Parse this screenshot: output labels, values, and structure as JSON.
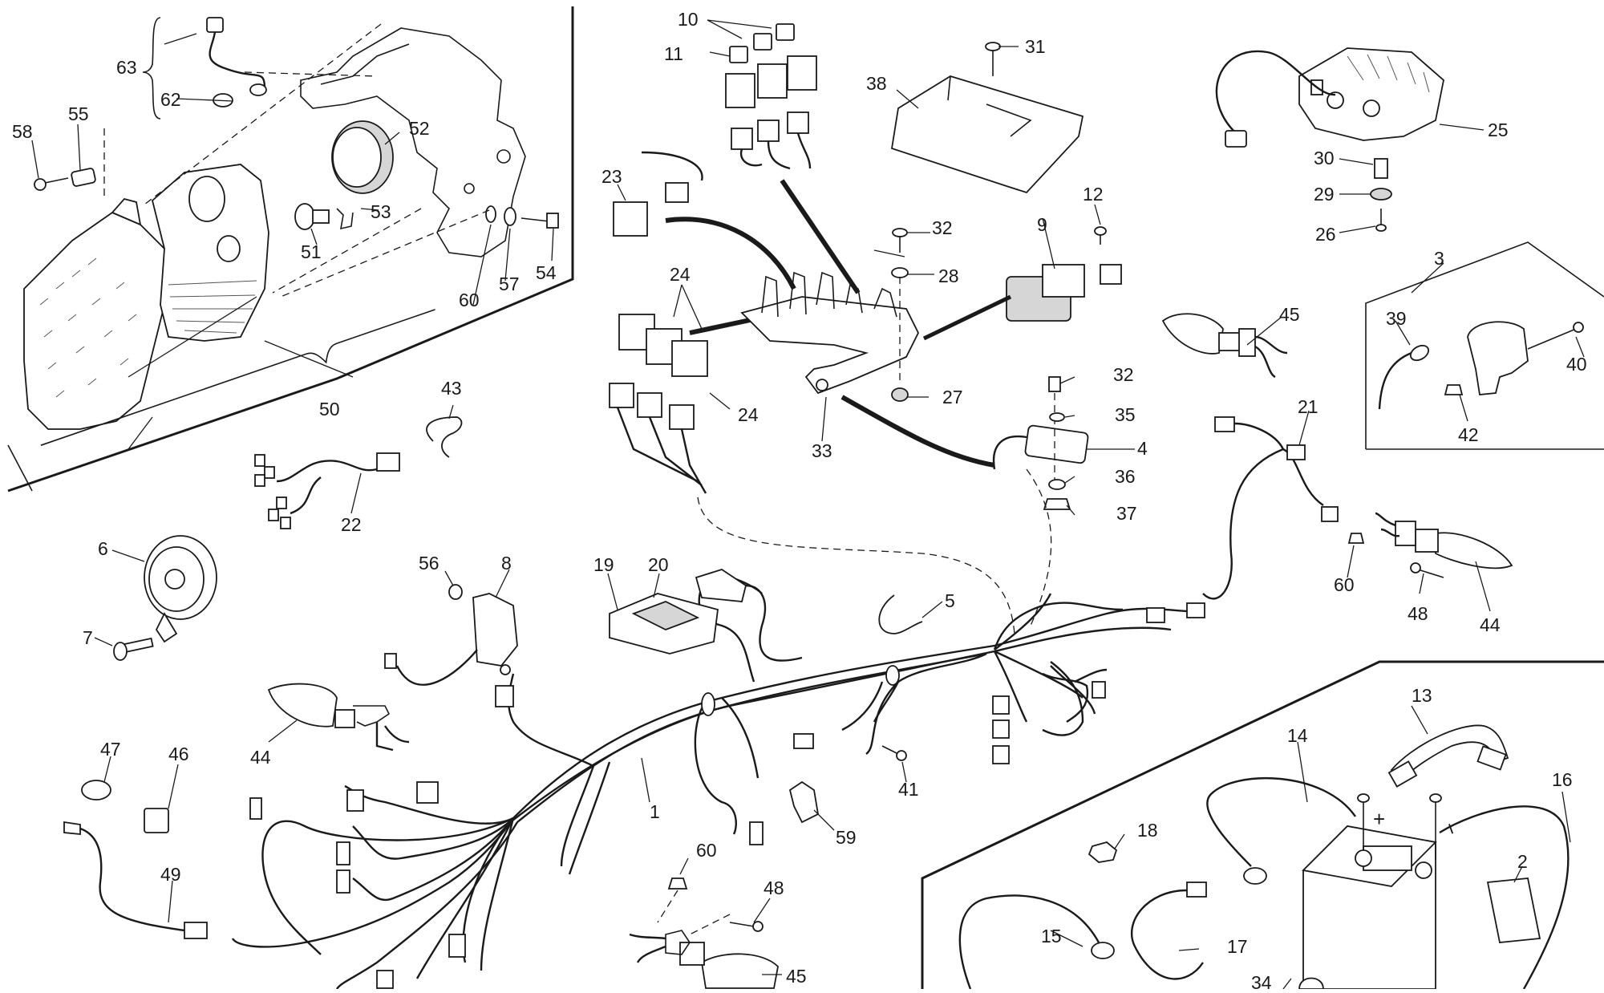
{
  "diagram": {
    "part_labels": [
      {
        "id": "n1",
        "text": "1"
      },
      {
        "id": "n2",
        "text": "2"
      },
      {
        "id": "n3",
        "text": "3"
      },
      {
        "id": "n4",
        "text": "4"
      },
      {
        "id": "n5",
        "text": "5"
      },
      {
        "id": "n6",
        "text": "6"
      },
      {
        "id": "n7",
        "text": "7"
      },
      {
        "id": "n8",
        "text": "8"
      },
      {
        "id": "n9",
        "text": "9"
      },
      {
        "id": "n10",
        "text": "10"
      },
      {
        "id": "n11",
        "text": "11"
      },
      {
        "id": "n12",
        "text": "12"
      },
      {
        "id": "n13",
        "text": "13"
      },
      {
        "id": "n14",
        "text": "14"
      },
      {
        "id": "n15",
        "text": "15"
      },
      {
        "id": "n16",
        "text": "16"
      },
      {
        "id": "n17",
        "text": "17"
      },
      {
        "id": "n18",
        "text": "18"
      },
      {
        "id": "n19",
        "text": "19"
      },
      {
        "id": "n20",
        "text": "20"
      },
      {
        "id": "n21",
        "text": "21"
      },
      {
        "id": "n22",
        "text": "22"
      },
      {
        "id": "n23",
        "text": "23"
      },
      {
        "id": "n24a",
        "text": "24"
      },
      {
        "id": "n24b",
        "text": "24"
      },
      {
        "id": "n25",
        "text": "25"
      },
      {
        "id": "n26",
        "text": "26"
      },
      {
        "id": "n27",
        "text": "27"
      },
      {
        "id": "n28",
        "text": "28"
      },
      {
        "id": "n29",
        "text": "29"
      },
      {
        "id": "n30",
        "text": "30"
      },
      {
        "id": "n31",
        "text": "31"
      },
      {
        "id": "n32a",
        "text": "32"
      },
      {
        "id": "n32b",
        "text": "32"
      },
      {
        "id": "n33",
        "text": "33"
      },
      {
        "id": "n34",
        "text": "34"
      },
      {
        "id": "n35",
        "text": "35"
      },
      {
        "id": "n36",
        "text": "36"
      },
      {
        "id": "n37",
        "text": "37"
      },
      {
        "id": "n38",
        "text": "38"
      },
      {
        "id": "n39",
        "text": "39"
      },
      {
        "id": "n40",
        "text": "40"
      },
      {
        "id": "n41",
        "text": "41"
      },
      {
        "id": "n42",
        "text": "42"
      },
      {
        "id": "n43",
        "text": "43"
      },
      {
        "id": "n44a",
        "text": "44"
      },
      {
        "id": "n44b",
        "text": "44"
      },
      {
        "id": "n45a",
        "text": "45"
      },
      {
        "id": "n45b",
        "text": "45"
      },
      {
        "id": "n46",
        "text": "46"
      },
      {
        "id": "n47",
        "text": "47"
      },
      {
        "id": "n48a",
        "text": "48"
      },
      {
        "id": "n48b",
        "text": "48"
      },
      {
        "id": "n49",
        "text": "49"
      },
      {
        "id": "n50",
        "text": "50"
      },
      {
        "id": "n51",
        "text": "51"
      },
      {
        "id": "n52",
        "text": "52"
      },
      {
        "id": "n53",
        "text": "53"
      },
      {
        "id": "n54",
        "text": "54"
      },
      {
        "id": "n55",
        "text": "55"
      },
      {
        "id": "n56",
        "text": "56"
      },
      {
        "id": "n57",
        "text": "57"
      },
      {
        "id": "n58",
        "text": "58"
      },
      {
        "id": "n59",
        "text": "59"
      },
      {
        "id": "n60a",
        "text": "60"
      },
      {
        "id": "n60b",
        "text": "60"
      },
      {
        "id": "n60c",
        "text": "60"
      },
      {
        "id": "n62",
        "text": "62"
      },
      {
        "id": "n63",
        "text": "63"
      }
    ],
    "battery_plus": "+",
    "battery_minus": "−"
  }
}
